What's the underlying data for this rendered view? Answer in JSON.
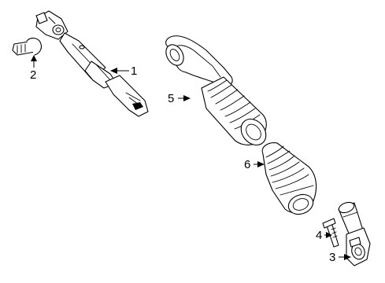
{
  "callouts": [
    {
      "id": "1",
      "text": "1"
    },
    {
      "id": "2",
      "text": "2"
    },
    {
      "id": "3",
      "text": "3"
    },
    {
      "id": "4",
      "text": "4"
    },
    {
      "id": "5",
      "text": "5"
    },
    {
      "id": "6",
      "text": "6"
    }
  ],
  "colors": {
    "line": "#000000",
    "background": "#ffffff"
  }
}
